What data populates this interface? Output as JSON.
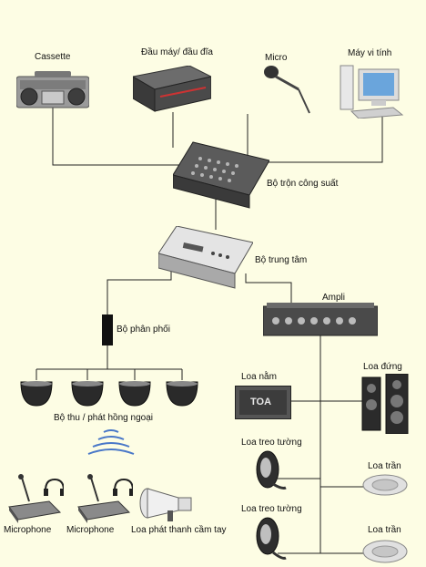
{
  "labels": {
    "cassette": "Cassette",
    "player": "Đầu máy/ đầu đĩa",
    "micro": "Micro",
    "computer": "Máy vi tính",
    "mixer": "Bộ trộn công suất",
    "central": "Bộ trung tâm",
    "ampli": "Ampli",
    "distributor": "Bộ phân phối",
    "ir_receiver": "Bộ thu / phát hồng ngoại",
    "microphone_1": "Microphone",
    "microphone_2": "Microphone",
    "megaphone": "Loa phát thanh cầm tay",
    "box_speaker": "Loa nằm",
    "standing_speaker": "Loa đứng",
    "wall_speaker_1": "Loa treo tường",
    "wall_speaker_2": "Loa treo tường",
    "ceiling_speaker_1": "Loa trần",
    "ceiling_speaker_2": "Loa trần",
    "toa_brand": "TOA"
  }
}
